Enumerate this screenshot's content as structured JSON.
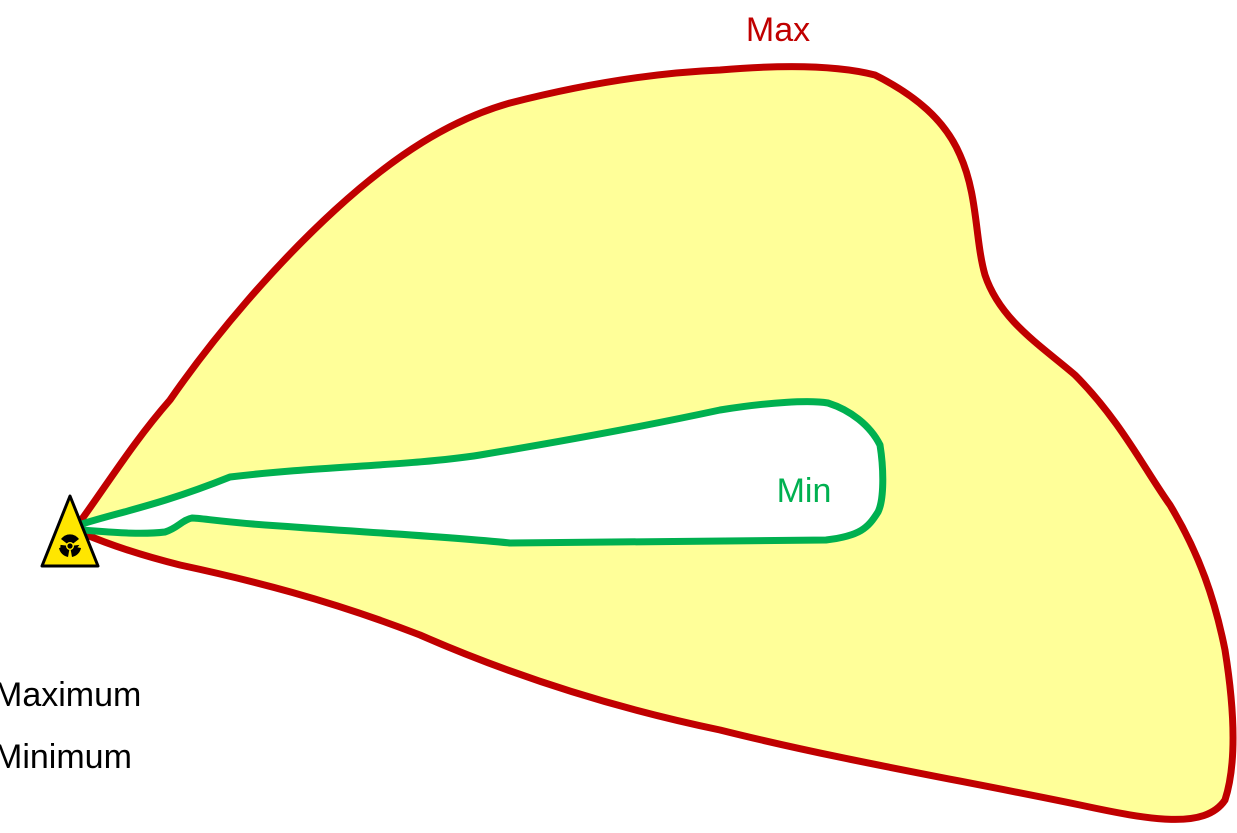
{
  "labels": {
    "max": "Max",
    "min": "Min",
    "legend_maximum": "Maximum",
    "legend_minimum": "Minimum"
  },
  "colors": {
    "max_outline": "#c00000",
    "min_outline": "#00b050",
    "fill": "#ffff99",
    "inner_fill": "#ffffff",
    "label_text": "#000000",
    "hazard_yellow": "#ffe600",
    "hazard_black": "#000000"
  },
  "icons": {
    "source": "radiation-hazard-icon"
  }
}
